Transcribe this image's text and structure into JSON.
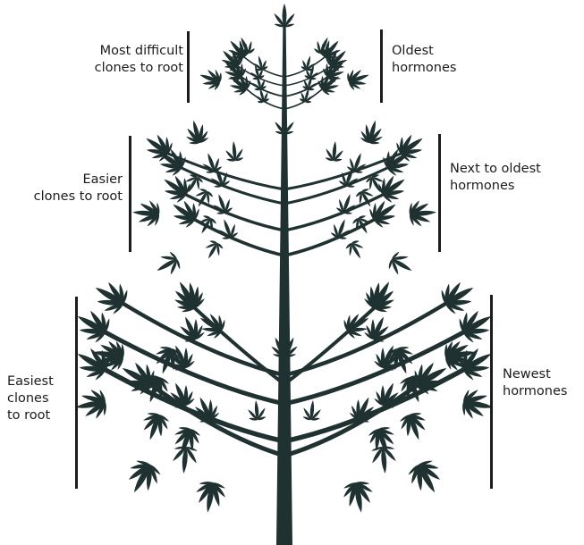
{
  "colors": {
    "plant": "#1f3130",
    "text": "#1c1c1c",
    "background": "#ffffff"
  },
  "sections": [
    {
      "id": "top",
      "left_label": [
        "Most difficult",
        "clones to root"
      ],
      "right_label": [
        "Oldest",
        "hormones"
      ]
    },
    {
      "id": "middle",
      "left_label": [
        "Easier",
        "clones to root"
      ],
      "right_label": [
        "Next to oldest",
        "hormones"
      ]
    },
    {
      "id": "bottom",
      "left_label": [
        "Easiest",
        "clones",
        "to root"
      ],
      "right_label": [
        "Newest",
        "hormones"
      ]
    }
  ]
}
